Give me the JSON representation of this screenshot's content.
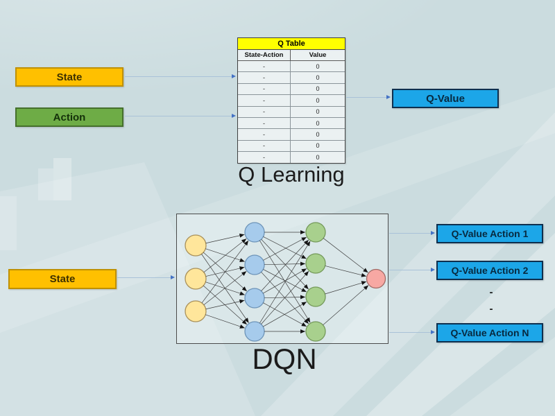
{
  "q_learning": {
    "title": "Q Learning",
    "state_box": "State",
    "action_box": "Action",
    "q_value_box": "Q-Value",
    "table": {
      "title": "Q Table",
      "columns": [
        "State-Action",
        "Value"
      ],
      "rows": [
        [
          "-",
          "0"
        ],
        [
          "-",
          "0"
        ],
        [
          "-",
          "0"
        ],
        [
          "-",
          "0"
        ],
        [
          "-",
          "0"
        ],
        [
          "-",
          "0"
        ],
        [
          "-",
          "0"
        ],
        [
          "-",
          "0"
        ],
        [
          "-",
          "0"
        ]
      ]
    }
  },
  "dqn": {
    "title": "DQN",
    "state_box": "State",
    "output_boxes": [
      "Q-Value Action 1",
      "Q-Value Action 2",
      "Q-Value Action N"
    ],
    "dots": [
      "-",
      "-"
    ],
    "network": {
      "layers": [
        {
          "name": "input-layer",
          "count": 3,
          "fill": "#FFE69B"
        },
        {
          "name": "hidden-layer-1",
          "count": 4,
          "fill": "#A6CBEC"
        },
        {
          "name": "hidden-layer-2",
          "count": 4,
          "fill": "#A8D08D"
        },
        {
          "name": "output-layer",
          "count": 1,
          "fill": "#F7A8A3"
        }
      ]
    }
  },
  "colors": {
    "bg": "#cbdcdf",
    "state_fill": "#FFC000",
    "state_border": "#BF9000",
    "state_text": "#3d3000",
    "action_fill": "#6EAC46",
    "action_border": "#45702C",
    "action_text": "#14310a",
    "qvalue_fill": "#1CA6E8",
    "qvalue_border": "#0E2F4E",
    "qvalue_text": "#07293f",
    "table_header_fill": "#FFFF00",
    "conn": "#A9C2D8",
    "conn_head": "#4472C4"
  }
}
